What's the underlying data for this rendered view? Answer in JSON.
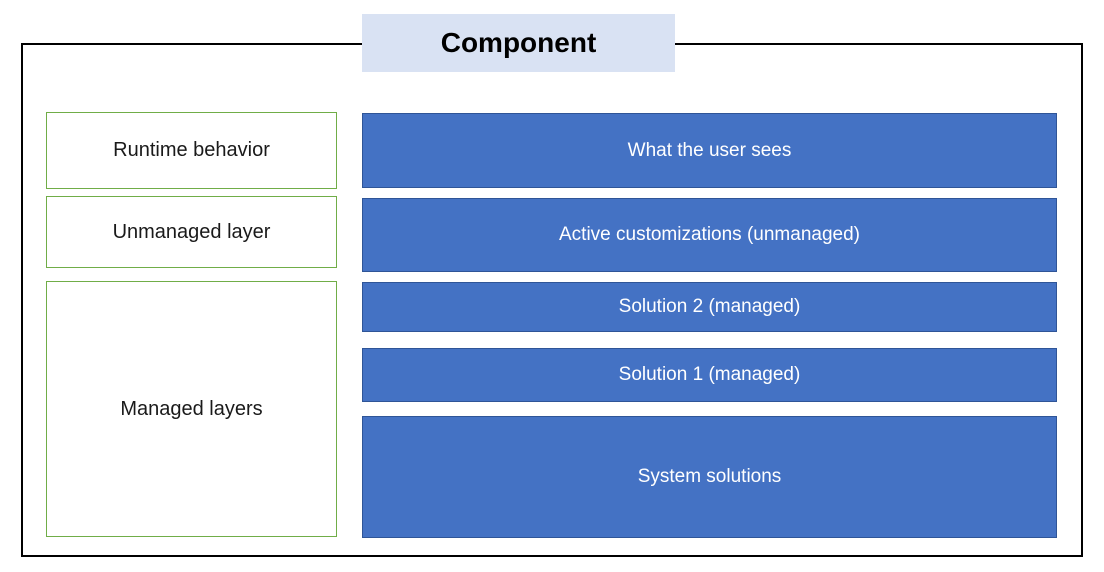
{
  "diagram": {
    "title": "Component",
    "left_labels": [
      {
        "id": "runtime-behavior",
        "label": "Runtime behavior"
      },
      {
        "id": "unmanaged-layer",
        "label": "Unmanaged layer"
      },
      {
        "id": "managed-layers",
        "label": "Managed layers"
      }
    ],
    "layers": [
      {
        "id": "what-the-user-sees",
        "label": "What the user sees"
      },
      {
        "id": "active-customizations",
        "label": "Active customizations (unmanaged)"
      },
      {
        "id": "solution-2",
        "label": "Solution 2 (managed)"
      },
      {
        "id": "solution-1",
        "label": "Solution 1 (managed)"
      },
      {
        "id": "system-solutions",
        "label": "System solutions"
      }
    ],
    "colors": {
      "layer_fill": "#4472C4",
      "layer_border": "#2F5597",
      "layer_text": "#FFFFFF",
      "label_border": "#70AD47",
      "label_text": "#1A1A1A",
      "title_background": "#D9E2F3",
      "title_text": "#000000",
      "outer_frame_border": "#000000"
    }
  }
}
